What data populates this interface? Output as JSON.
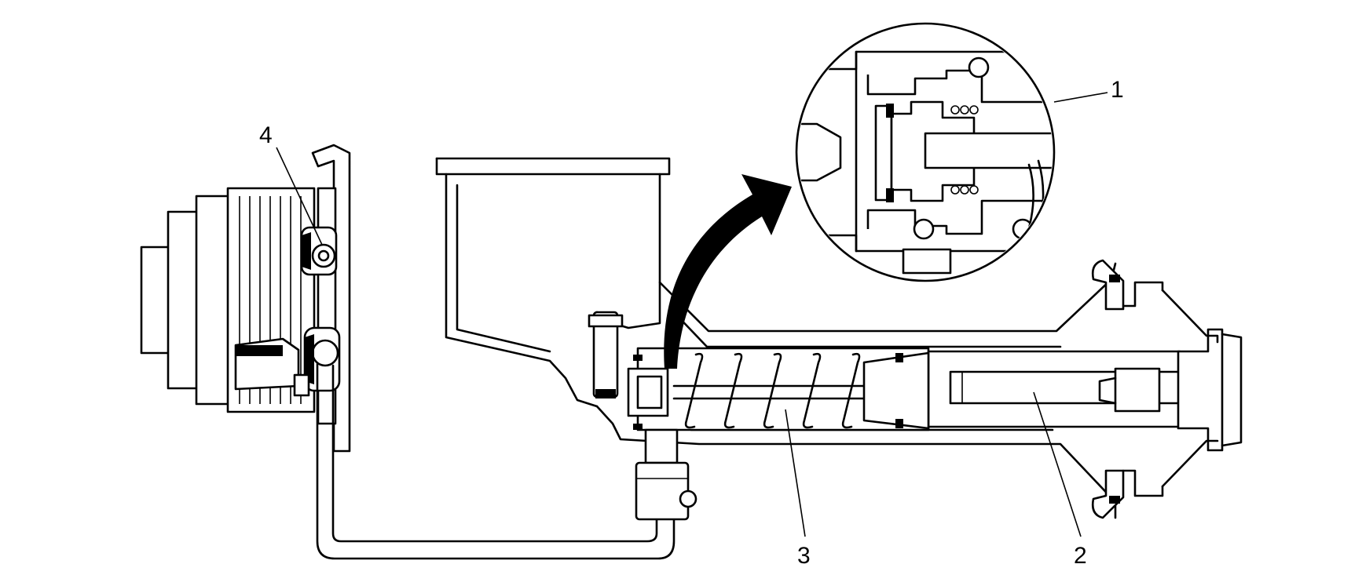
{
  "figure": {
    "background": "#ffffff",
    "line_color": "#000000"
  },
  "callouts": [
    {
      "label": "1"
    },
    {
      "label": "2"
    },
    {
      "label": "3"
    },
    {
      "label": "4"
    }
  ]
}
